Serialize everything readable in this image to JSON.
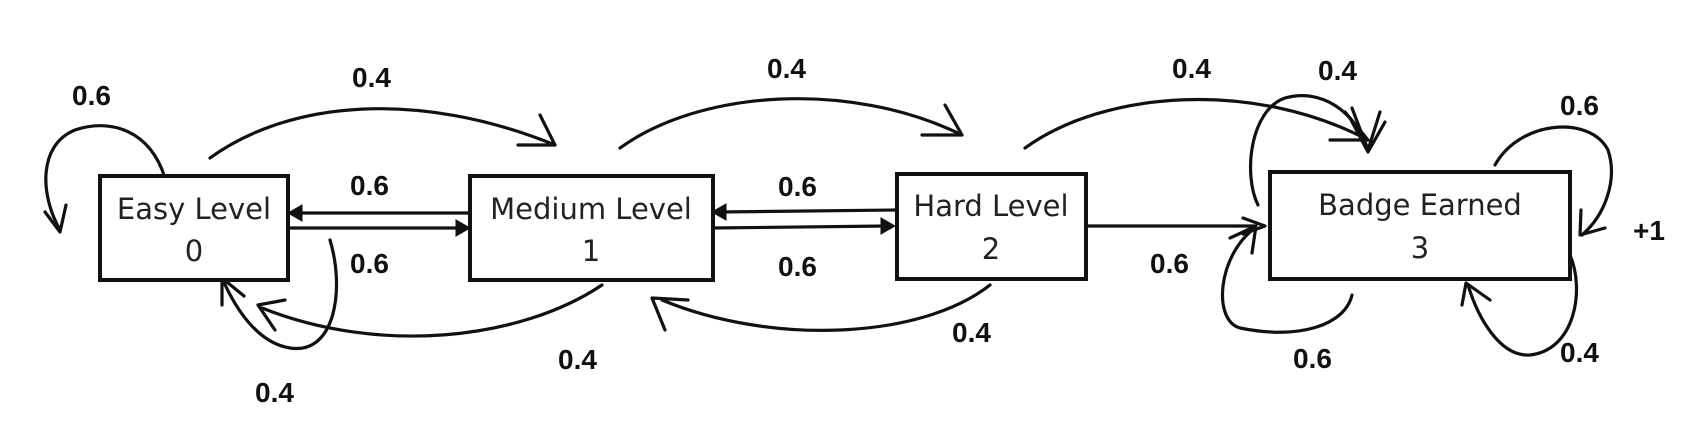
{
  "states": [
    {
      "name": "Easy Level",
      "index": "0"
    },
    {
      "name": "Medium Level",
      "index": "1"
    },
    {
      "name": "Hard Level",
      "index": "2"
    },
    {
      "name": "Badge Earned",
      "index": "3"
    }
  ],
  "transitions": {
    "easy_self": "0.6",
    "easy_to_medium": "0.4",
    "medium_to_easy": "0.6",
    "easy_to_medium_straight": "0.6",
    "easy_loop_back": "0.4",
    "medium_to_hard": "0.4",
    "hard_to_medium": "0.6",
    "medium_to_hard_straight": "0.6",
    "medium_to_easy_curve": "0.4",
    "hard_to_badge": "0.4",
    "hard_to_badge_straight": "0.6",
    "hard_to_medium_curve": "0.4",
    "badge_loop_top": "0.4",
    "badge_self_right": "0.6",
    "badge_loop_bottom_left": "0.6",
    "badge_loop_bottom_right": "0.4"
  },
  "reward": "+1"
}
